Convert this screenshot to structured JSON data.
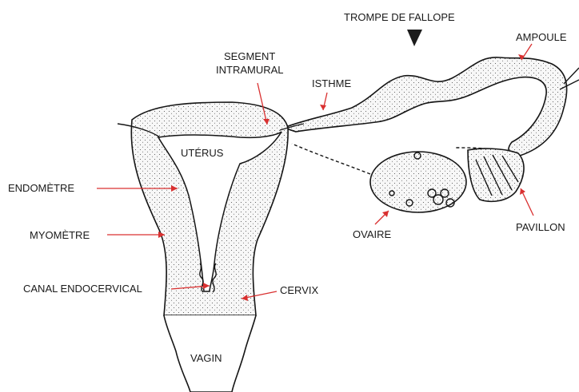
{
  "labels": {
    "trompe": "TROMPE DE FALLOPE",
    "ampoule": "AMPOULE",
    "segment_line1": "SEGMENT",
    "segment_line2": "INTRAMURAL",
    "isthme": "ISTHME",
    "uterus": "UTÉRUS",
    "endometre": "ENDOMÈTRE",
    "myometre": "MYOMÈTRE",
    "ovaire": "OVAIRE",
    "pavillon": "PAVILLON",
    "canal": "CANAL ENDOCERVICAL",
    "cervix": "CERVIX",
    "vagin": "VAGIN"
  },
  "colors": {
    "arrow": "#d93030",
    "ink": "#151515"
  }
}
